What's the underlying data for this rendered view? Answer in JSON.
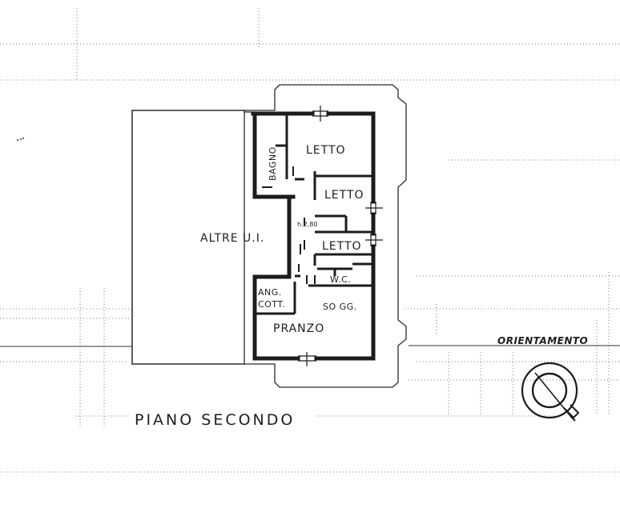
{
  "plan": {
    "floor_title": "PIANO SECONDO",
    "orientation_label": "ORIENTAMENTO",
    "ceiling_height": "h.2,80",
    "rooms": {
      "altre_ui": "ALTRE U.I.",
      "bagno": "BAGNO",
      "letto_1": "LETTO",
      "letto_2": "LETTO",
      "letto_3": "LETTO",
      "wc": "W.C.",
      "ang_cott_line1": "ANG.",
      "ang_cott_line2": "COTT.",
      "soggiorno": "SO GG.",
      "pranzo": "PRANZO"
    },
    "icons": {
      "compass": "compass-icon"
    }
  }
}
